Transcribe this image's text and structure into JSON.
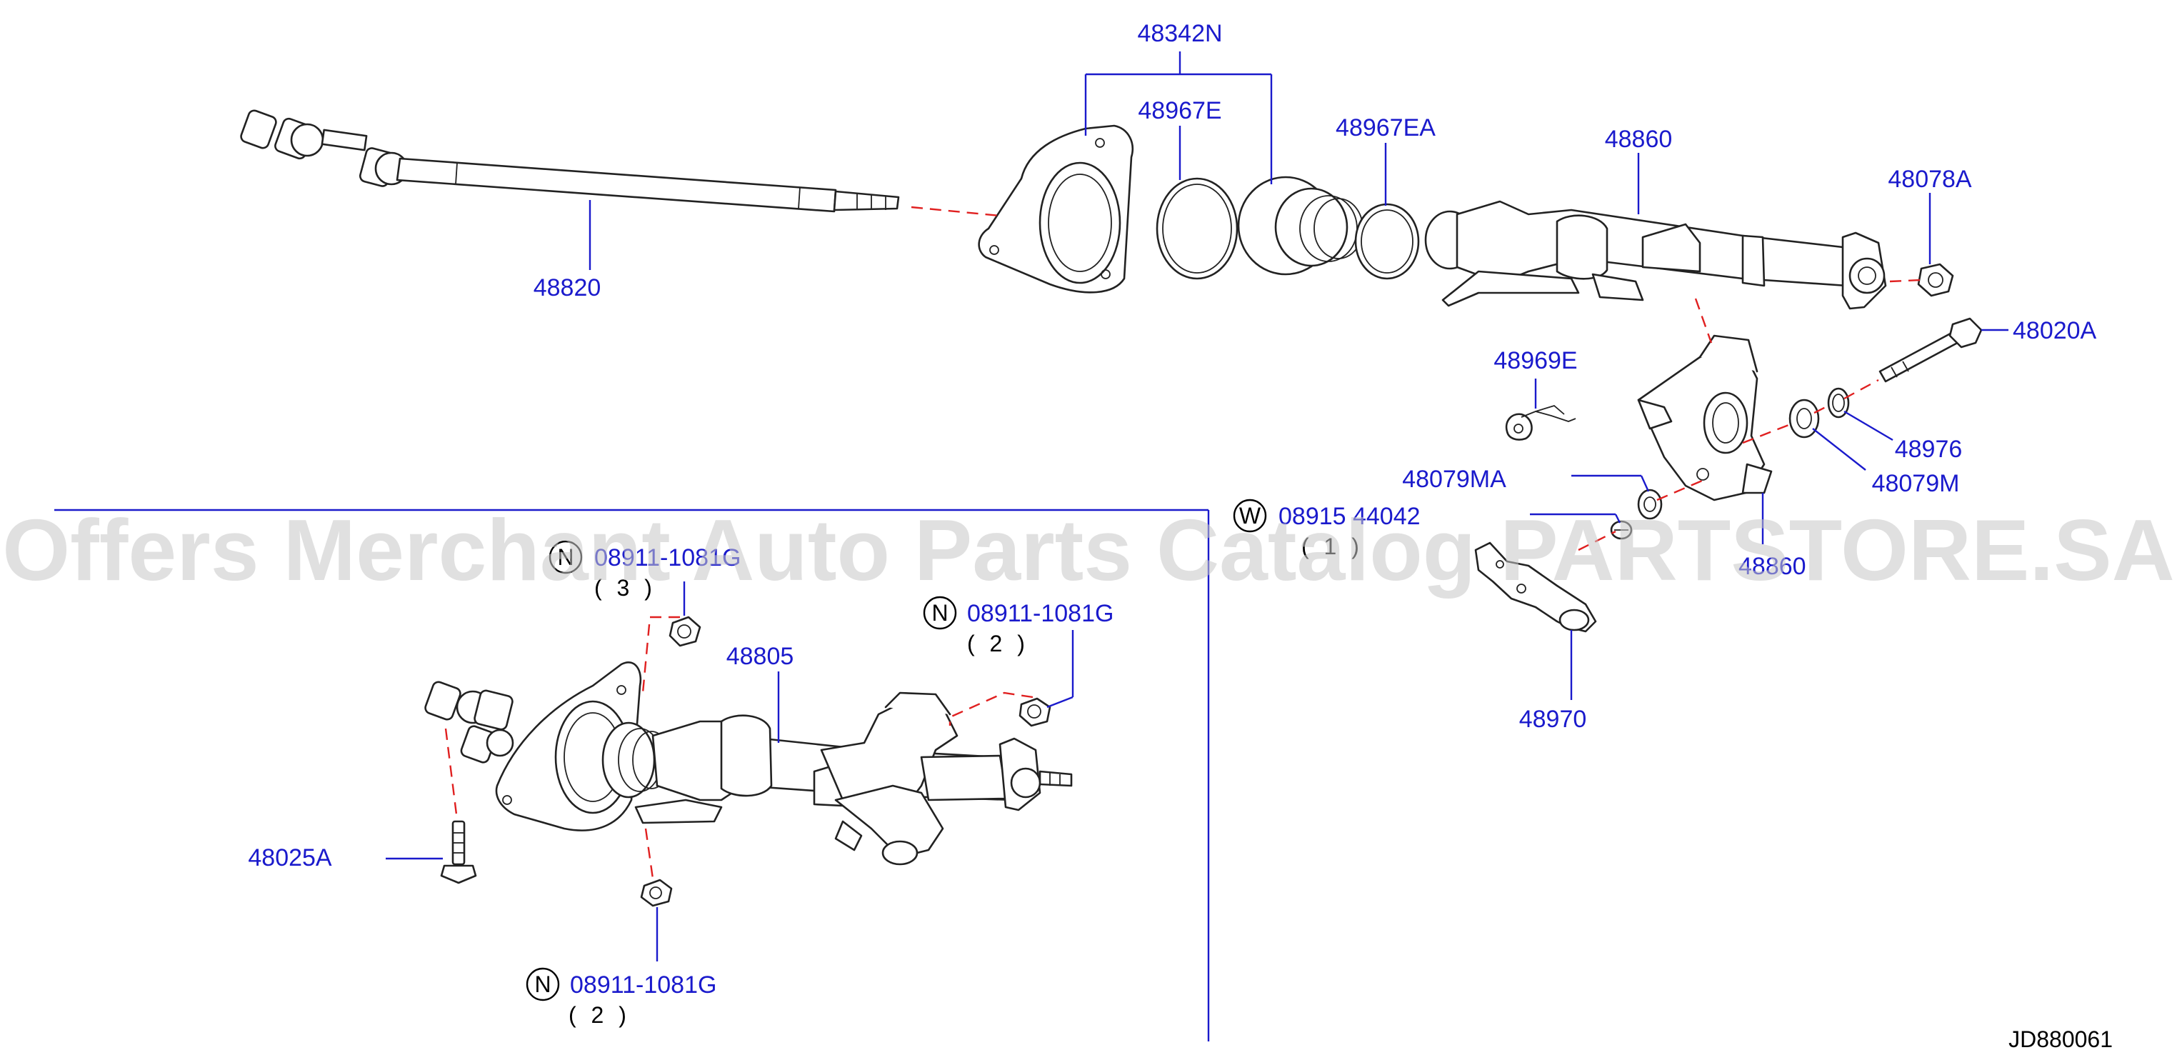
{
  "diagram_code": "JD880061",
  "watermark": "Offers Merchant Auto Parts Catalog PARTSTORE.SA",
  "part_labels": {
    "p48342N": "48342N",
    "p48967E": "48967E",
    "p48967EA": "48967EA",
    "p48860_top": "48860",
    "p48078A": "48078A",
    "p48020A": "48020A",
    "p48820": "48820",
    "p48969E": "48969E",
    "p48976": "48976",
    "p48079M": "48079M",
    "p48079MA": "48079MA",
    "p48860_mid": "48860",
    "p48970": "48970",
    "p48805": "48805",
    "p48025A": "48025A"
  },
  "callouts": {
    "w_part": {
      "symbol": "W",
      "number": "08915 44042",
      "qty": "( 1 )"
    },
    "n_part_upper": {
      "symbol": "N",
      "number": "08911-1081G",
      "qty": "( 3 )"
    },
    "n_part_right": {
      "symbol": "N",
      "number": "08911-1081G",
      "qty": "( 2 )"
    },
    "n_part_lower": {
      "symbol": "N",
      "number": "08911-1081G",
      "qty": "( 2 )"
    }
  },
  "colors": {
    "label": "#1a1acc",
    "leader": "#1a1acc",
    "dashed_link": "#e02020",
    "watermark": "#c8c8c8"
  }
}
